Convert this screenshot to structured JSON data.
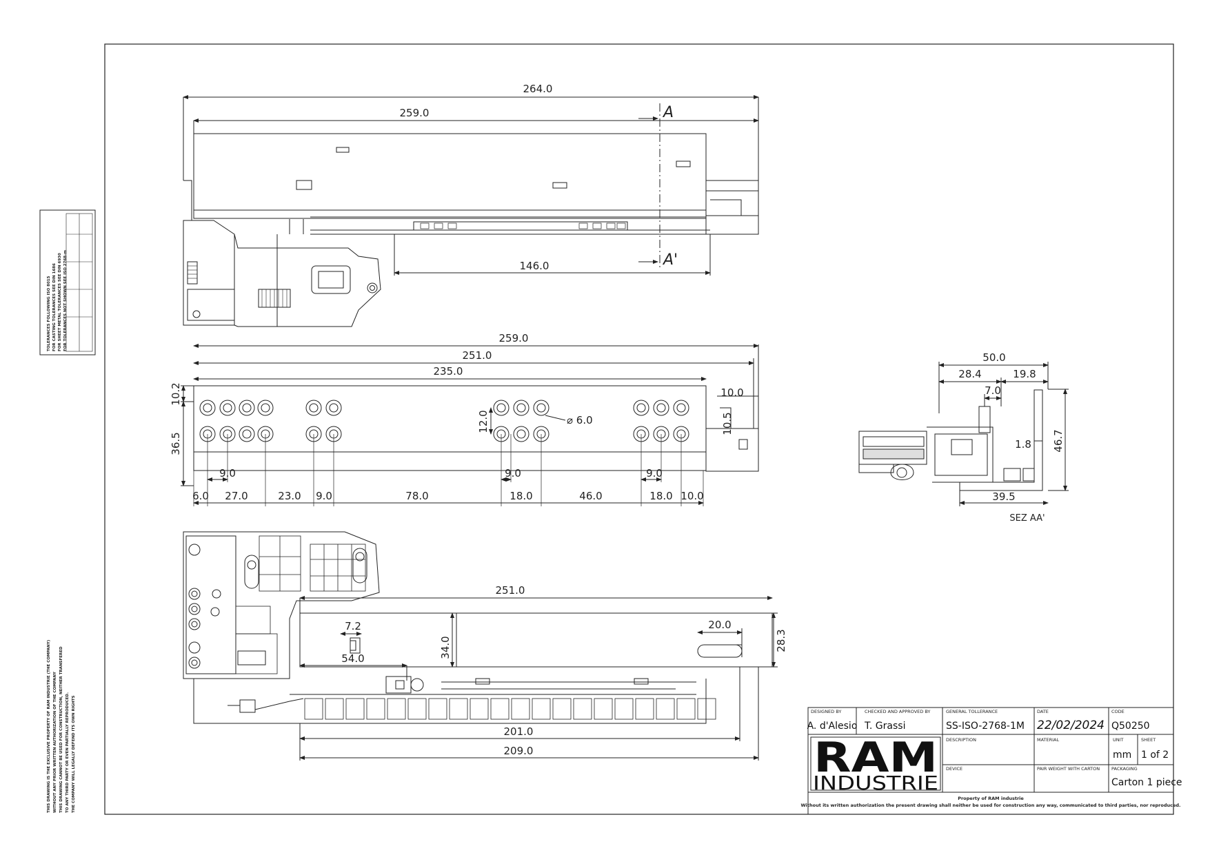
{
  "top_view": {
    "dims": [
      "264.0",
      "259.0",
      "146.0"
    ],
    "section_top": "A",
    "section_bottom": "A'"
  },
  "mid_view": {
    "dims_top": [
      "259.0",
      "251.0",
      "235.0"
    ],
    "dim_right_10": "10.0",
    "dim_right_105": "10.5",
    "dim_left_102": "10.2",
    "dim_left_365": "36.5",
    "dim_hole_12": "12.0",
    "dim_hole_dia": "⌀ 6.0",
    "pitch": [
      "9.0",
      "9.0",
      "9.0"
    ],
    "bottom_chain": [
      "6.0",
      "27.0",
      "23.0",
      "9.0",
      "78.0",
      "18.0",
      "46.0",
      "18.0",
      "10.0"
    ]
  },
  "section_view": {
    "dims": [
      "50.0",
      "28.4",
      "19.8",
      "7.0",
      "1.8",
      "46.7",
      "39.5"
    ],
    "caption": "SEZ AA'"
  },
  "bottom_view": {
    "dims": [
      "251.0",
      "7.2",
      "54.0",
      "34.0",
      "20.0",
      "28.3",
      "201.0",
      "209.0"
    ]
  },
  "tolerance_panel": {
    "title": "TOLERANCES FOLLOWING ISO 8015",
    "lines": [
      "FOR CASTING TOLERANCES SEE DIN 1686",
      "FOR SHEET METAL TOLERANCES SEE DIN 6930",
      "FOR TOLERANCES NOT SHOWN SEE ISO 2768-m"
    ]
  },
  "left_note": [
    "THIS DRAWING IS THE EXCLUSIVE PROPERTY OF RAM INDUSTRIE (THE COMPANY)",
    "WITHOUT ANY PRIOR WRITTEN AUTHORIZATION OF THE COMPANY",
    "THIS DRAWING CANNOT BE USED FOR CONSTRUCTION, NEITHER TRANSFERED",
    "TO ANY THIRD PARTY OR EVEN PARTIALLY REPRODUCED.",
    "THE COMPANY WILL LEGALLY DEFEND ITS OWN RIGHTS"
  ],
  "title_block": {
    "designed_by_label": "DESIGNED BY",
    "designed_by": "A. d'Alesio",
    "checked_label": "CHECKED AND APPROVED BY",
    "checked_by": "T. Grassi",
    "tolerance_label": "GENERAL TOLLERANCE",
    "tolerance": "SS-ISO-2768-1M",
    "date_label": "DATE",
    "date": "22/02/2024",
    "code_label": "CODE",
    "code": "Q50250",
    "logo_top": "RAM",
    "logo_bottom": "INDUSTRIE",
    "description_label": "DESCRIPTION",
    "material_label": "MATERIAL",
    "unit_label": "UNIT",
    "unit": "mm",
    "sheet_label": "SHEET",
    "sheet": "1 of 2",
    "device_label": "DEVICE",
    "pair_weight_label": "PAIR WEIGHT WITH CARTON",
    "packaging_label": "PACKAGING",
    "packaging": "Carton 1 piece",
    "footer_1": "Property of RAM industrie",
    "footer_2": "Without its written authorization the present drawing shall neither be used for construction any way, communicated to third parties, nor reproduced."
  }
}
